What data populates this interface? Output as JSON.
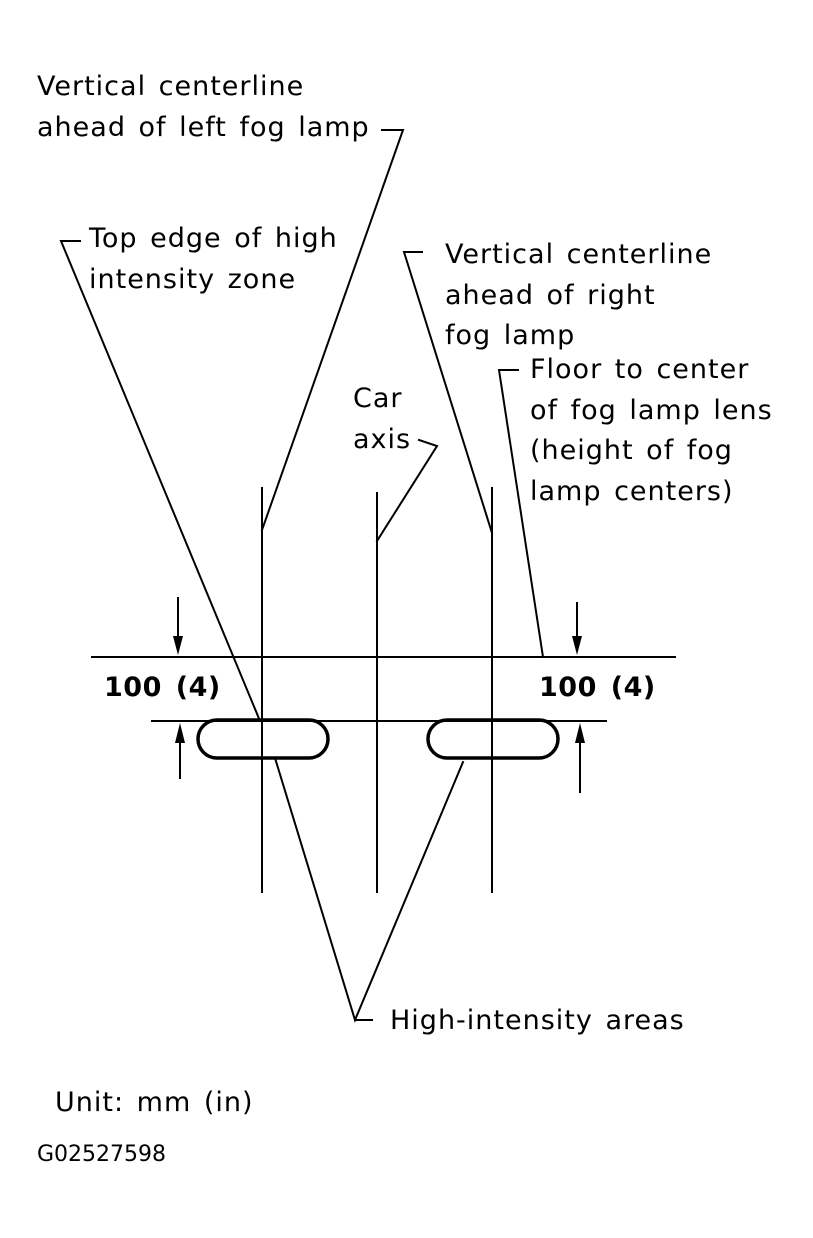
{
  "labels": {
    "left_centerline": [
      "Vertical centerline",
      "ahead of left fog lamp"
    ],
    "top_edge": [
      "Top edge of high",
      "intensity zone"
    ],
    "right_centerline": [
      "Vertical centerline",
      "ahead of right",
      "fog lamp"
    ],
    "floor_to_center": [
      "Floor to center",
      "of fog lamp lens",
      "(height of fog",
      "lamp centers)"
    ],
    "car_axis": [
      "Car",
      "axis"
    ],
    "high_intensity": "High-intensity areas",
    "unit": "Unit: mm (in)"
  },
  "dimensions": {
    "left": "100 (4)",
    "right": "100 (4)"
  },
  "figure_code": "G02527598",
  "colors": {
    "line": "#000000",
    "background": "#ffffff"
  }
}
